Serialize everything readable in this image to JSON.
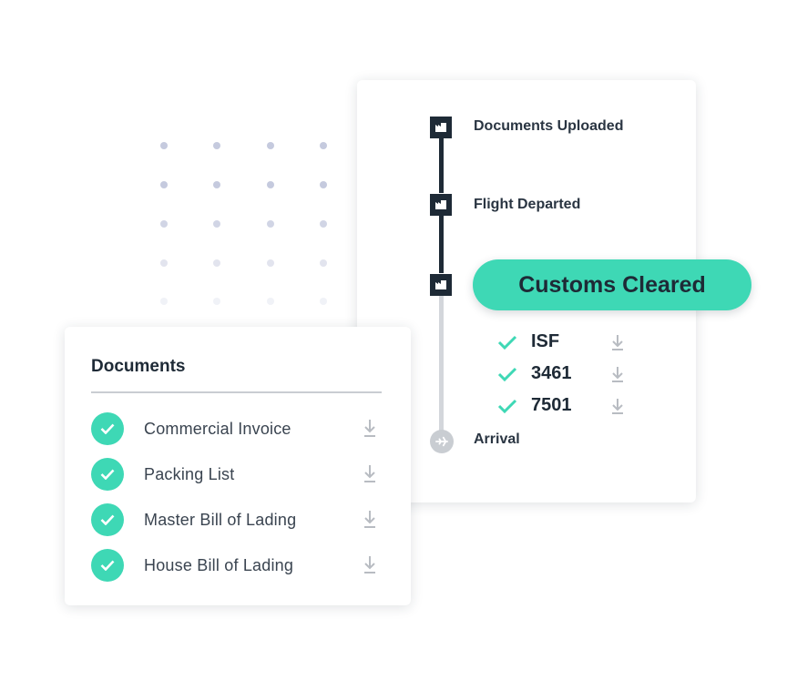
{
  "timeline": {
    "steps": [
      {
        "label": "Documents Uploaded",
        "state": "complete",
        "icon": "factory-icon"
      },
      {
        "label": "Flight Departed",
        "state": "complete",
        "icon": "factory-icon"
      },
      {
        "label": "Customs Cleared",
        "state": "current",
        "icon": "factory-icon"
      },
      {
        "label": "Arrival",
        "state": "pending",
        "icon": "plane-icon"
      }
    ],
    "customs_items": [
      {
        "label": "ISF",
        "status": "complete"
      },
      {
        "label": "3461",
        "status": "complete"
      },
      {
        "label": "7501",
        "status": "complete"
      }
    ]
  },
  "documents": {
    "title": "Documents",
    "items": [
      {
        "label": "Commercial Invoice",
        "status": "complete"
      },
      {
        "label": "Packing List",
        "status": "complete"
      },
      {
        "label": "Master Bill of Lading",
        "status": "complete"
      },
      {
        "label": "House Bill of Lading",
        "status": "complete"
      }
    ]
  },
  "colors": {
    "accent": "#3ed8b5",
    "dark": "#1e2a36",
    "muted": "#c9cdd2"
  }
}
